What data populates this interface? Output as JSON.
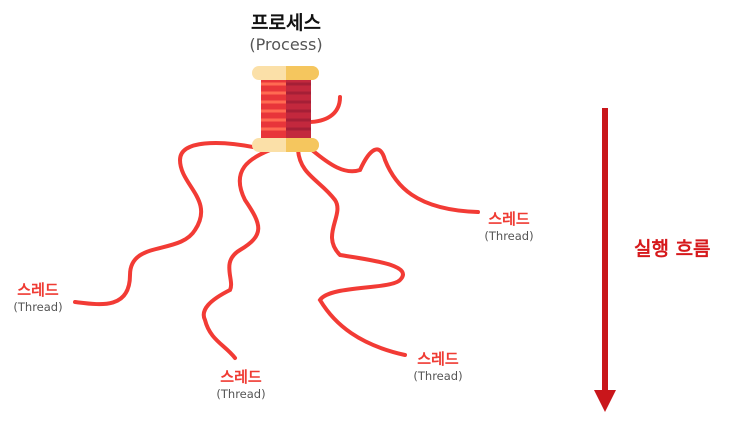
{
  "process": {
    "title": "프로세스",
    "subtitle": "(Process)"
  },
  "threads": [
    {
      "label": "스레드",
      "sub": "(Thread)"
    },
    {
      "label": "스레드",
      "sub": "(Thread)"
    },
    {
      "label": "스레드",
      "sub": "(Thread)"
    },
    {
      "label": "스레드",
      "sub": "(Thread)"
    }
  ],
  "flow": {
    "label": "실행 흐름"
  },
  "colors": {
    "thread_line": "#f23b35",
    "arrow": "#c9161b",
    "spool_end": "#f9d48a",
    "spool_thread": "#e8353a"
  },
  "icons": [
    "spool-icon",
    "arrow-down-icon"
  ]
}
